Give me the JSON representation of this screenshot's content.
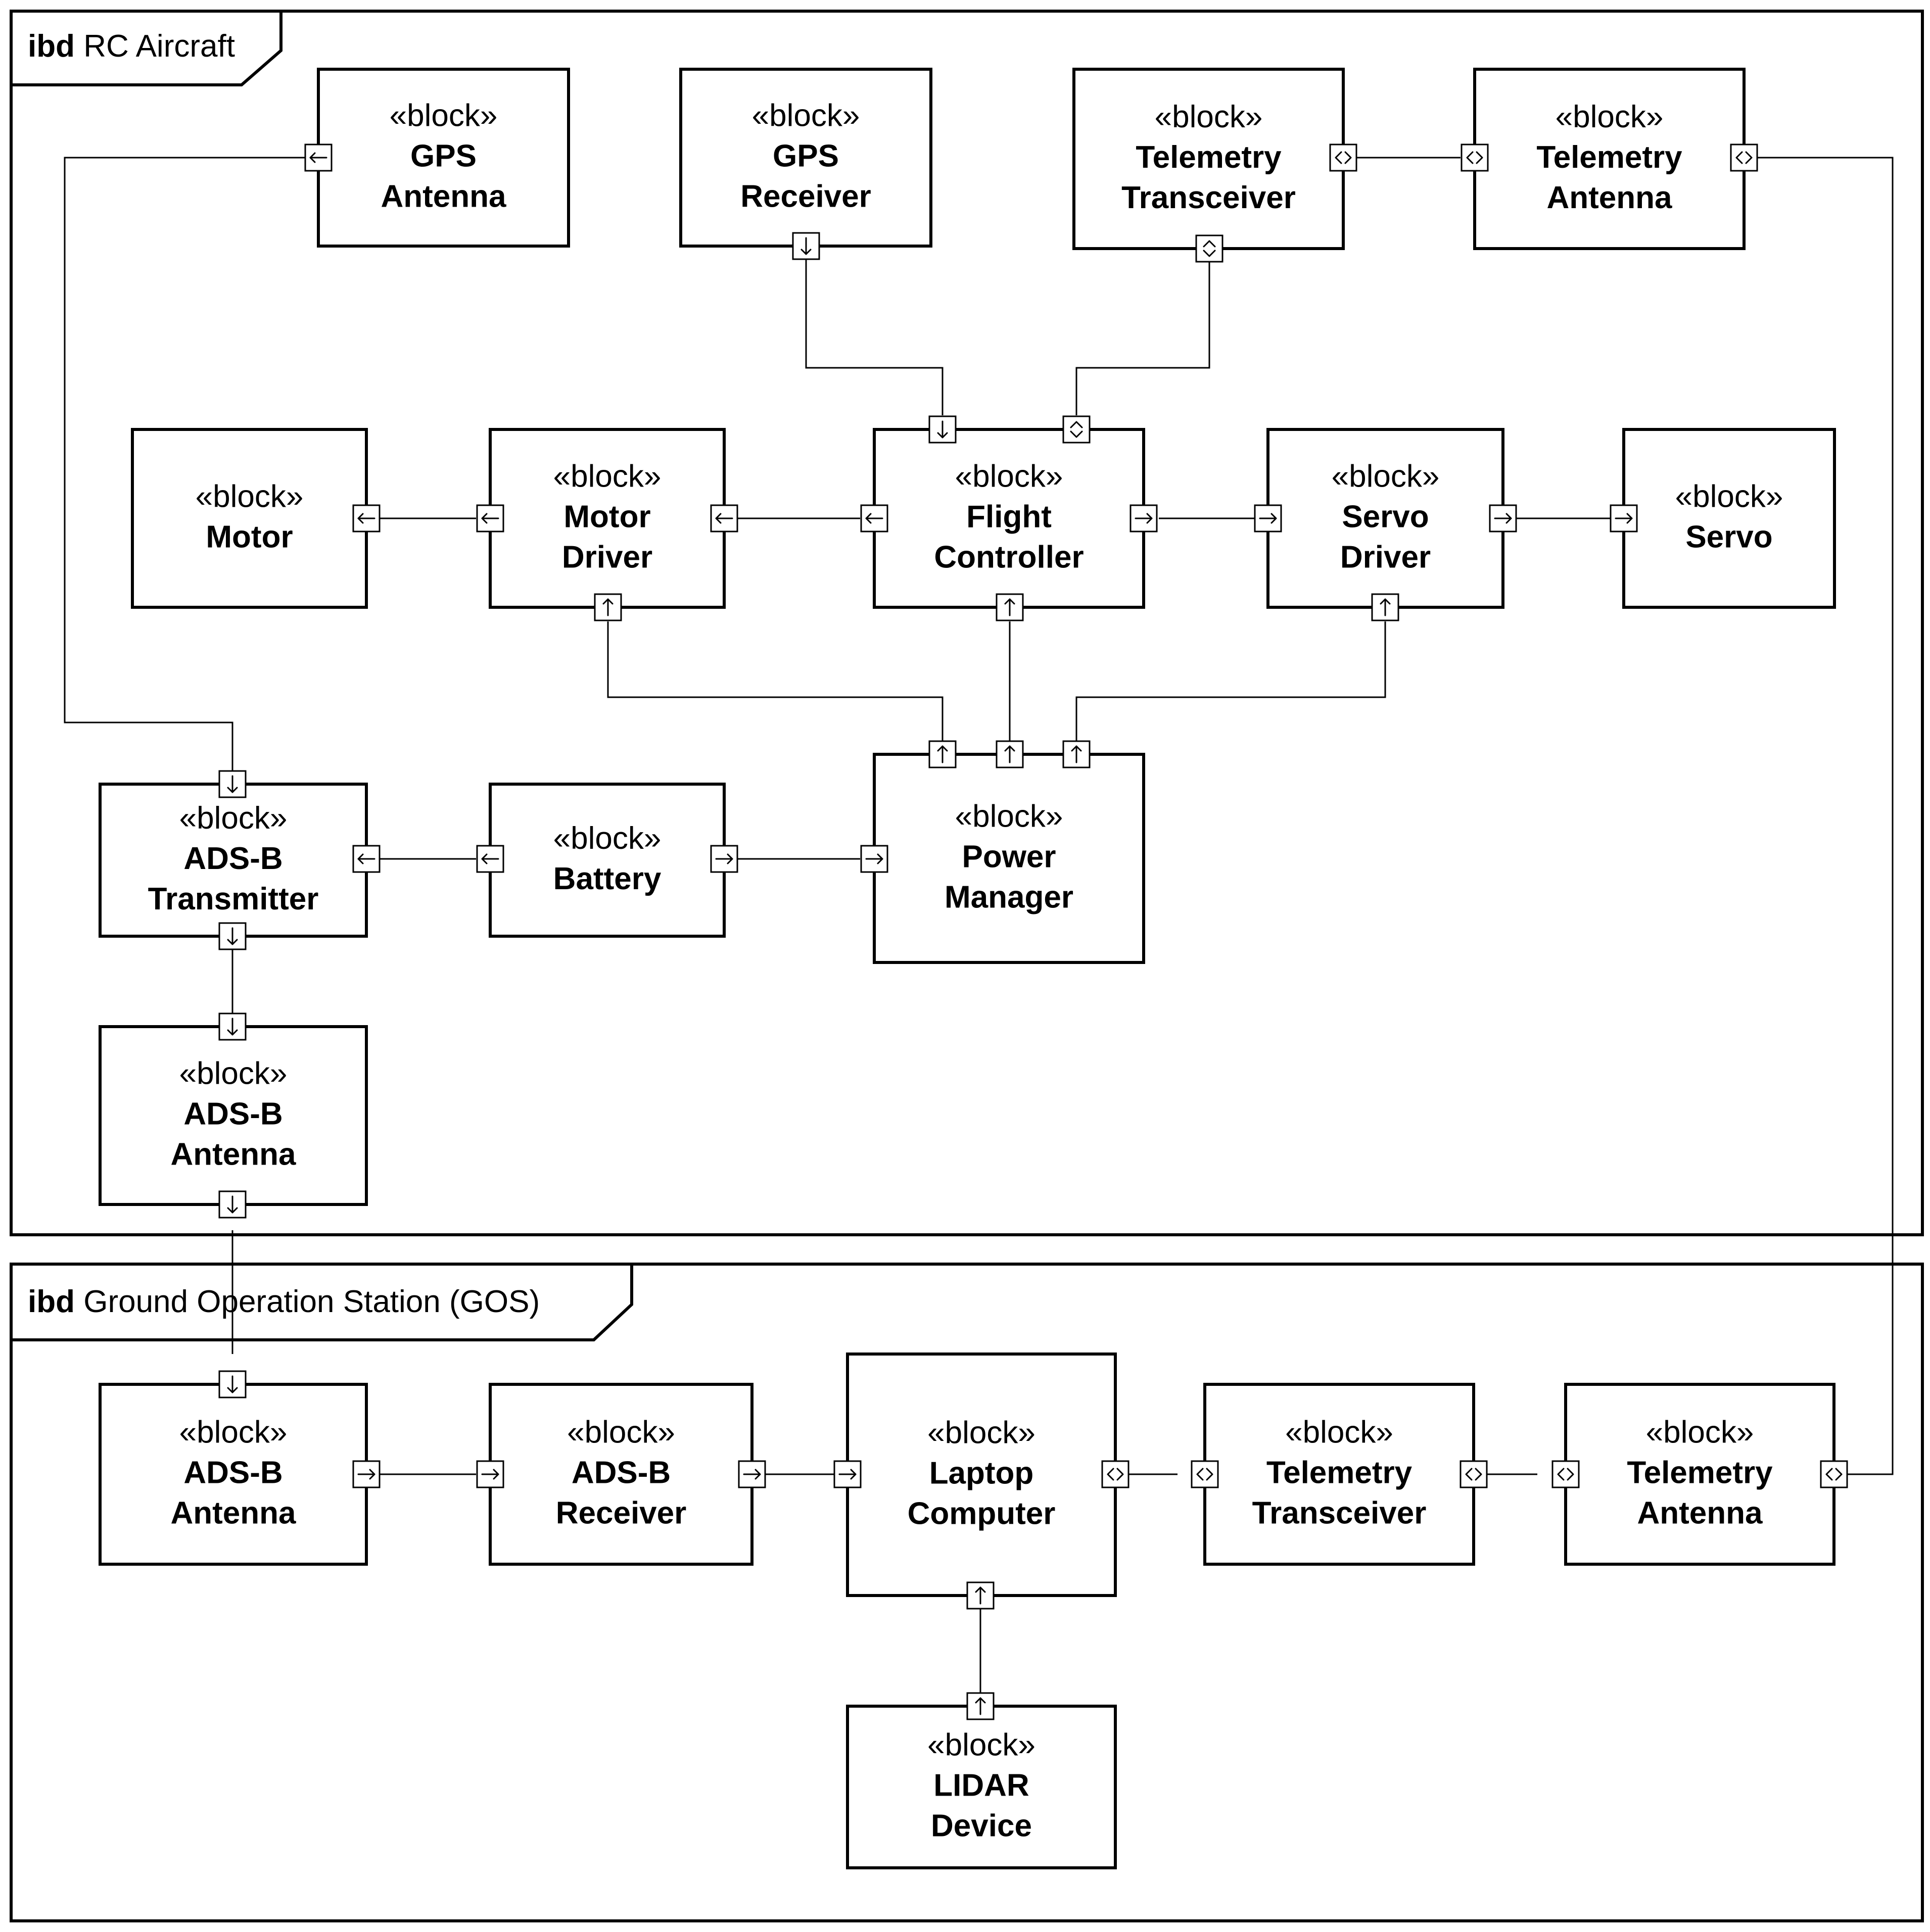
{
  "frames": {
    "aircraft": {
      "keyword": "ibd",
      "name": "RC Aircraft"
    },
    "gos": {
      "keyword": "ibd",
      "name": "Ground Operation Station (GOS)"
    }
  },
  "blocks": {
    "gps_antenna": {
      "stereotype": "«block»",
      "name": [
        "GPS",
        "Antenna"
      ]
    },
    "gps_receiver": {
      "stereotype": "«block»",
      "name": [
        "GPS",
        "Receiver"
      ]
    },
    "telemetry_transceiver_ac": {
      "stereotype": "«block»",
      "name": [
        "Telemetry",
        "Transceiver"
      ]
    },
    "telemetry_antenna_ac": {
      "stereotype": "«block»",
      "name": [
        "Telemetry",
        "Antenna"
      ]
    },
    "motor": {
      "stereotype": "«block»",
      "name": [
        "Motor"
      ]
    },
    "motor_driver": {
      "stereotype": "«block»",
      "name": [
        "Motor",
        "Driver"
      ]
    },
    "flight_controller": {
      "stereotype": "«block»",
      "name": [
        "Flight",
        "Controller"
      ]
    },
    "servo_driver": {
      "stereotype": "«block»",
      "name": [
        "Servo",
        "Driver"
      ]
    },
    "servo": {
      "stereotype": "«block»",
      "name": [
        "Servo"
      ]
    },
    "adsb_transmitter": {
      "stereotype": "«block»",
      "name": [
        "ADS-B",
        "Transmitter"
      ]
    },
    "battery": {
      "stereotype": "«block»",
      "name": [
        "Battery"
      ]
    },
    "power_manager": {
      "stereotype": "«block»",
      "name": [
        "Power",
        "Manager"
      ]
    },
    "adsb_antenna_ac": {
      "stereotype": "«block»",
      "name": [
        "ADS-B",
        "Antenna"
      ]
    },
    "adsb_antenna_gos": {
      "stereotype": "«block»",
      "name": [
        "ADS-B",
        "Antenna"
      ]
    },
    "adsb_receiver": {
      "stereotype": "«block»",
      "name": [
        "ADS-B",
        "Receiver"
      ]
    },
    "laptop": {
      "stereotype": "«block»",
      "name": [
        "Laptop",
        "Computer"
      ]
    },
    "telemetry_transceiver_gos": {
      "stereotype": "«block»",
      "name": [
        "Telemetry",
        "Transceiver"
      ]
    },
    "telemetry_antenna_gos": {
      "stereotype": "«block»",
      "name": [
        "Telemetry",
        "Antenna"
      ]
    },
    "lidar": {
      "stereotype": "«block»",
      "name": [
        "LIDAR",
        "Device"
      ]
    }
  }
}
